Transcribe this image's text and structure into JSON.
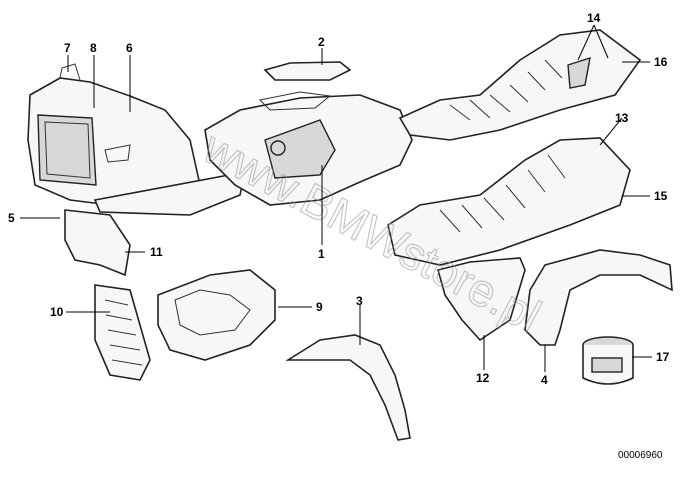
{
  "diagram": {
    "callouts": [
      "1",
      "2",
      "3",
      "4",
      "5",
      "6",
      "7",
      "8",
      "9",
      "10",
      "11",
      "12",
      "13",
      "14",
      "15",
      "16",
      "17"
    ],
    "reference_number": "00006960",
    "watermark": "www.BMWstore.pl"
  }
}
